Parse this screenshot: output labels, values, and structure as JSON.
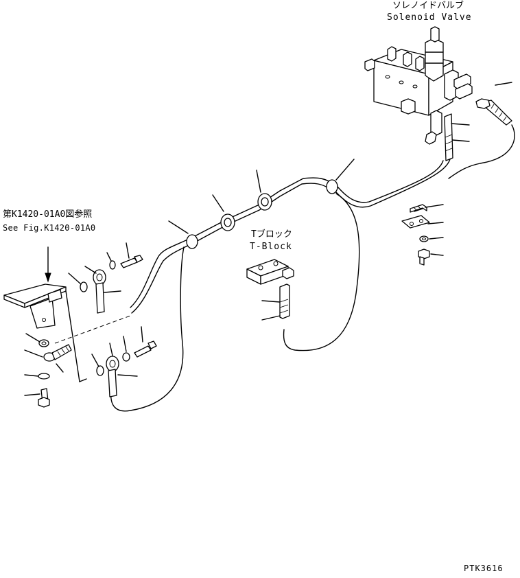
{
  "labels": {
    "solenoid_jp": "ソレノイドバルブ",
    "solenoid_en": "Solenoid Valve",
    "tblock_jp": "Tブロック",
    "tblock_en": "T-Block",
    "ref_jp": "第K1420-01A0図参照",
    "ref_en": "See Fig.K1420-01A0",
    "drawing_code": "PTK3616"
  }
}
